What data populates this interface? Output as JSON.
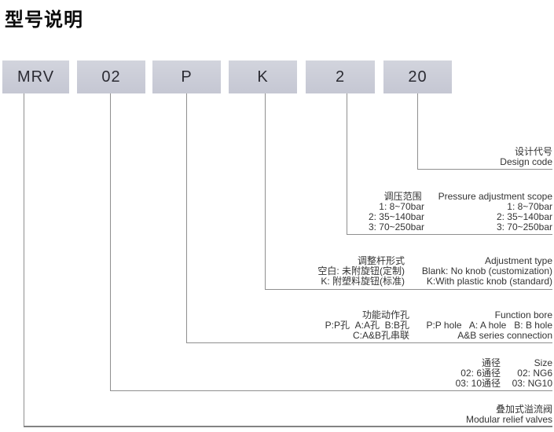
{
  "page_title": "型号说明",
  "model_code_boxes": [
    "MRV",
    "02",
    "P",
    "K",
    "2",
    "20"
  ],
  "sections": [
    {
      "key": "design-code",
      "rows": [
        {
          "cn": "",
          "en": "设计代号"
        },
        {
          "cn": "",
          "en": "Design code"
        }
      ]
    },
    {
      "key": "pressure",
      "rows": [
        {
          "cn": "调压范围 ",
          "en": "Pressure adjustment scope"
        },
        {
          "cn": "1: 8~70bar",
          "en": "1: 8~70bar"
        },
        {
          "cn": "2: 35~140bar",
          "en": "2: 35~140bar"
        },
        {
          "cn": "3: 70~250bar",
          "en": "3: 70~250bar"
        }
      ]
    },
    {
      "key": "adjustment",
      "rows": [
        {
          "cn": "调整杆形式",
          "en": "Adjustment type"
        },
        {
          "cn": "空白: 未附旋钮(定制)",
          "en": "Blank: No knob (customization)"
        },
        {
          "cn": "K: 附塑料旋钮(标准)",
          "en": "K:With plastic knob (standard)"
        }
      ]
    },
    {
      "key": "function-bore",
      "rows": [
        {
          "cn": "功能动作孔",
          "en": "Function bore"
        },
        {
          "cn": "P:P孔  A:A孔  B:B孔",
          "en": "P:P hole   A: A hole   B: B hole"
        },
        {
          "cn": "C:A&B孔串联",
          "en": "A&B series connection"
        }
      ]
    },
    {
      "key": "size",
      "rows": [
        {
          "cn": "通径",
          "en": "Size"
        },
        {
          "cn": "02: 6通径",
          "en": "02: NG6"
        },
        {
          "cn": "03: 10通径",
          "en": "03: NG10"
        }
      ]
    },
    {
      "key": "product",
      "rows": [
        {
          "cn": "",
          "en": "叠加式溢流阀"
        },
        {
          "cn": "",
          "en": "Modular relief valves"
        }
      ]
    }
  ],
  "colors": {
    "box_fill": "#c9cbd6",
    "connector_line": "#8f8f8f",
    "label_text": "#333333",
    "title_text": "#0b0b0b"
  }
}
